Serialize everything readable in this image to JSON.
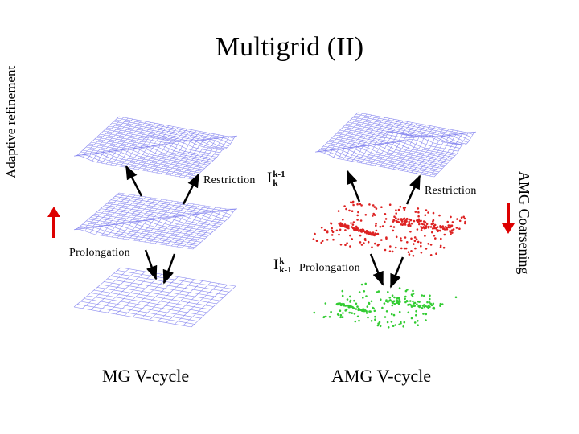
{
  "title": "Multigrid (II)",
  "side_labels": {
    "left": "Adaptive refinement",
    "right": "AMG Coarsening"
  },
  "annotations": {
    "restriction_left": "Restriction",
    "restriction_right": "Restriction",
    "prolongation_left": "Prolongation",
    "prolongation_right": "Prolongation"
  },
  "operators": {
    "restriction": {
      "base": "I",
      "sup": "k-1",
      "sub": "k"
    },
    "prolongation": {
      "base": "I",
      "sup": "k",
      "sub": "k-1"
    }
  },
  "captions": {
    "mg": "MG V-cycle",
    "amg": "AMG V-cycle"
  },
  "colors": {
    "mesh": "#8c8cf0",
    "mesh_dense": "#4a4ad8",
    "amg_fine": "#dd2222",
    "amg_coarse": "#33cc33",
    "arrow": "#000000",
    "direction_arrow": "#dd0000"
  }
}
